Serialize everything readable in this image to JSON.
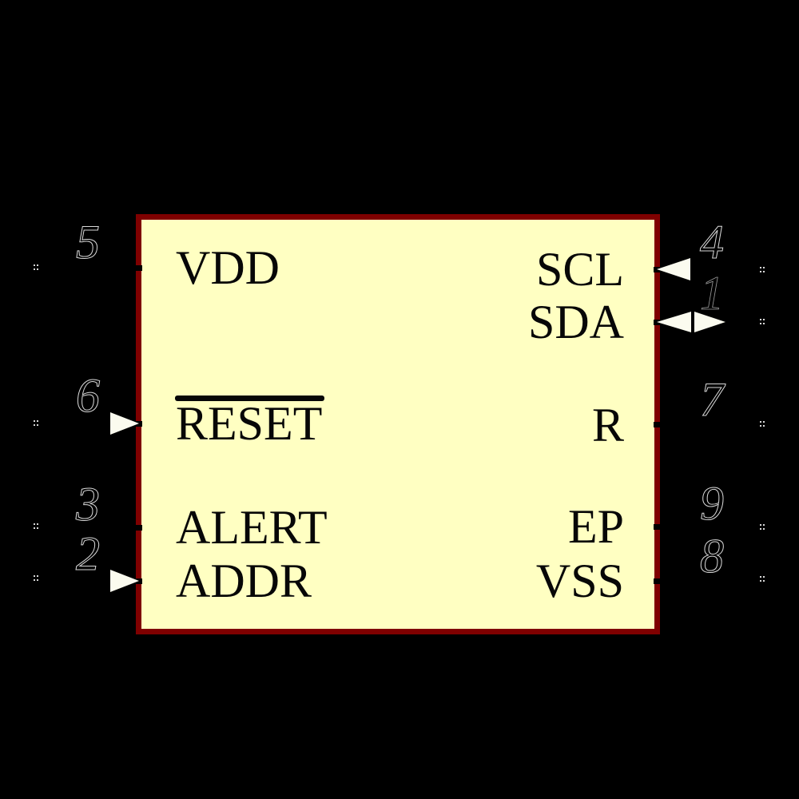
{
  "component": {
    "fill_color": "#FFFFC2",
    "border_color": "#7F0000",
    "background_color": "#000000",
    "label_color": "#070707",
    "arrow_color": "#FBFBEF",
    "pin_number_outline_color": "#D9D9D9"
  },
  "pins": {
    "left": [
      {
        "number": "5",
        "name": "VDD",
        "direction": "passive"
      },
      {
        "number": "6",
        "name": "RESET",
        "direction": "input",
        "overline": true
      },
      {
        "number": "3",
        "name": "ALERT",
        "direction": "passive"
      },
      {
        "number": "2",
        "name": "ADDR",
        "direction": "input"
      }
    ],
    "right": [
      {
        "number": "4",
        "name": "SCL",
        "direction": "input"
      },
      {
        "number": "1",
        "name": "SDA",
        "direction": "bidirectional"
      },
      {
        "number": "7",
        "name": "R",
        "direction": "passive"
      },
      {
        "number": "9",
        "name": "EP",
        "direction": "passive"
      },
      {
        "number": "8",
        "name": "VSS",
        "direction": "passive"
      }
    ]
  }
}
